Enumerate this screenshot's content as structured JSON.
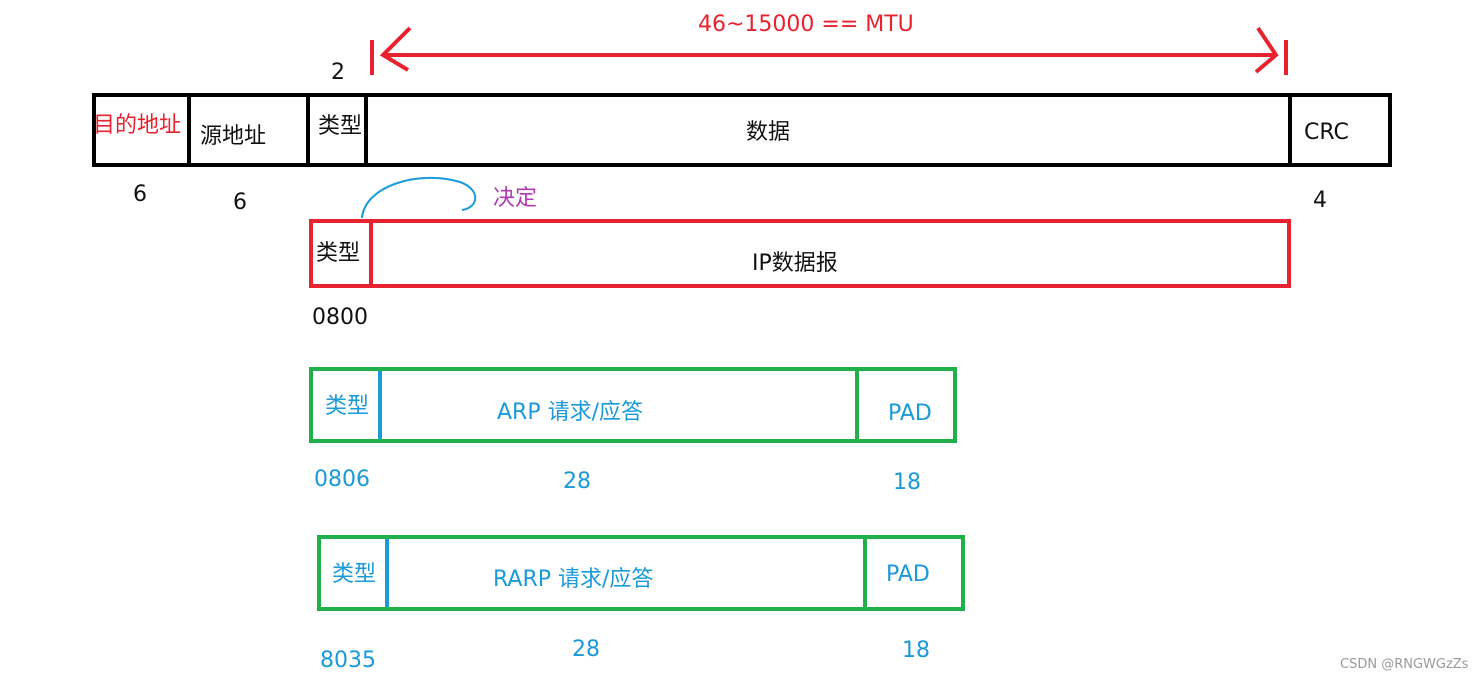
{
  "mtu_label": "46~15000  == MTU",
  "type_size": "2",
  "frame": {
    "dst": "目的地址",
    "src": "源地址",
    "type": "类型",
    "data": "数据",
    "crc": "CRC",
    "dst_len": "6",
    "src_len": "6",
    "crc_len": "4"
  },
  "decide_label": "决定",
  "ip_row": {
    "type": "类型",
    "payload": "IP数据报",
    "code": "0800"
  },
  "arp_row": {
    "type": "类型",
    "payload": "ARP 请求/应答",
    "pad": "PAD",
    "code": "0806",
    "payload_len": "28",
    "pad_len": "18"
  },
  "rarp_row": {
    "type": "类型",
    "payload": "RARP 请求/应答",
    "pad": "PAD",
    "code": "8035",
    "payload_len": "28",
    "pad_len": "18"
  },
  "watermark": "CSDN @RNGWGzZs",
  "colors": {
    "black": "#000000",
    "red": "#e8232f",
    "green": "#21b04b",
    "blue": "#1a9ad9",
    "purple": "#b03ab0"
  }
}
